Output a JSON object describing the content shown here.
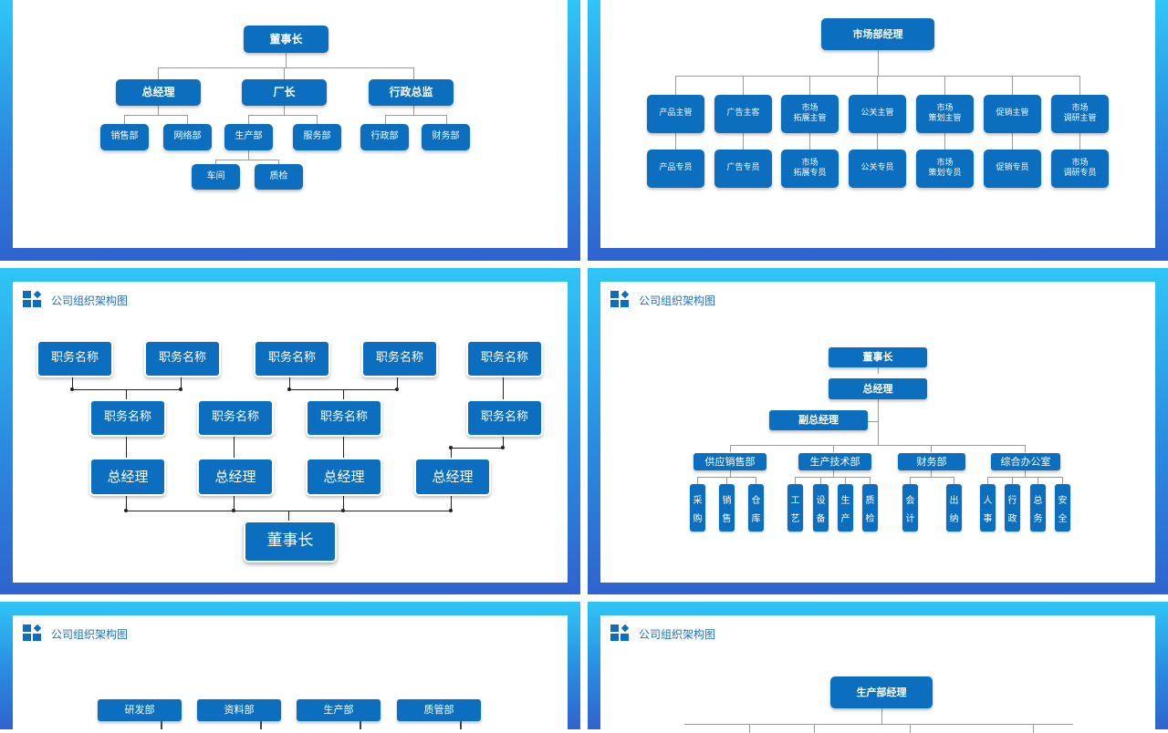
{
  "header": {
    "title": "公司组织架构图"
  },
  "slide1": {
    "chairman": "董事长",
    "gm": "总经理",
    "factory": "厂长",
    "admin_director": "行政总监",
    "sales": "销售部",
    "network": "网络部",
    "production": "生产部",
    "service": "服务部",
    "admin": "行政部",
    "finance": "财务部",
    "workshop": "车间",
    "qc": "质检"
  },
  "slide2": {
    "manager": "市场部经理",
    "supervisors": [
      "产品主管",
      "广告主客",
      "市场\n拓展主管",
      "公关主管",
      "市场\n策划主管",
      "促销主管",
      "市场\n调研主管"
    ],
    "specialists": [
      "产品专员",
      "广告专员",
      "市场\n拓展专员",
      "公关专员",
      "市场\n策划专员",
      "促销专员",
      "市场\n调研专员"
    ]
  },
  "slide3": {
    "top_row": [
      "职务名称",
      "职务名称",
      "职务名称",
      "职务名称",
      "职务名称"
    ],
    "mid_row": [
      "职务名称",
      "职务名称",
      "职务名称",
      "职务名称"
    ],
    "gm_row": [
      "总经理",
      "总经理",
      "总经理",
      "总经理"
    ],
    "chairman": "董事长"
  },
  "slide4": {
    "chairman": "董事长",
    "gm": "总经理",
    "vice_gm": "副总经理",
    "departments": [
      "供应销售部",
      "生产技术部",
      "财务部",
      "综合办公室"
    ],
    "units": [
      [
        "采",
        "购"
      ],
      [
        "销",
        "售"
      ],
      [
        "仓",
        "库"
      ],
      [
        "工",
        "艺"
      ],
      [
        "设",
        "备"
      ],
      [
        "生",
        "产"
      ],
      [
        "质",
        "检"
      ],
      [
        "会",
        "计"
      ],
      [
        "出",
        "纳"
      ],
      [
        "人",
        "事"
      ],
      [
        "行",
        "政"
      ],
      [
        "总",
        "务"
      ],
      [
        "安",
        "全"
      ]
    ]
  },
  "slide5": {
    "departments": [
      "研发部",
      "资料部",
      "生产部",
      "质管部"
    ]
  },
  "slide6": {
    "manager": "生产部经理"
  },
  "colors": {
    "box": "#0b6ebf",
    "frame_top": "#2fc6f6",
    "frame_bottom": "#2f63cf"
  }
}
